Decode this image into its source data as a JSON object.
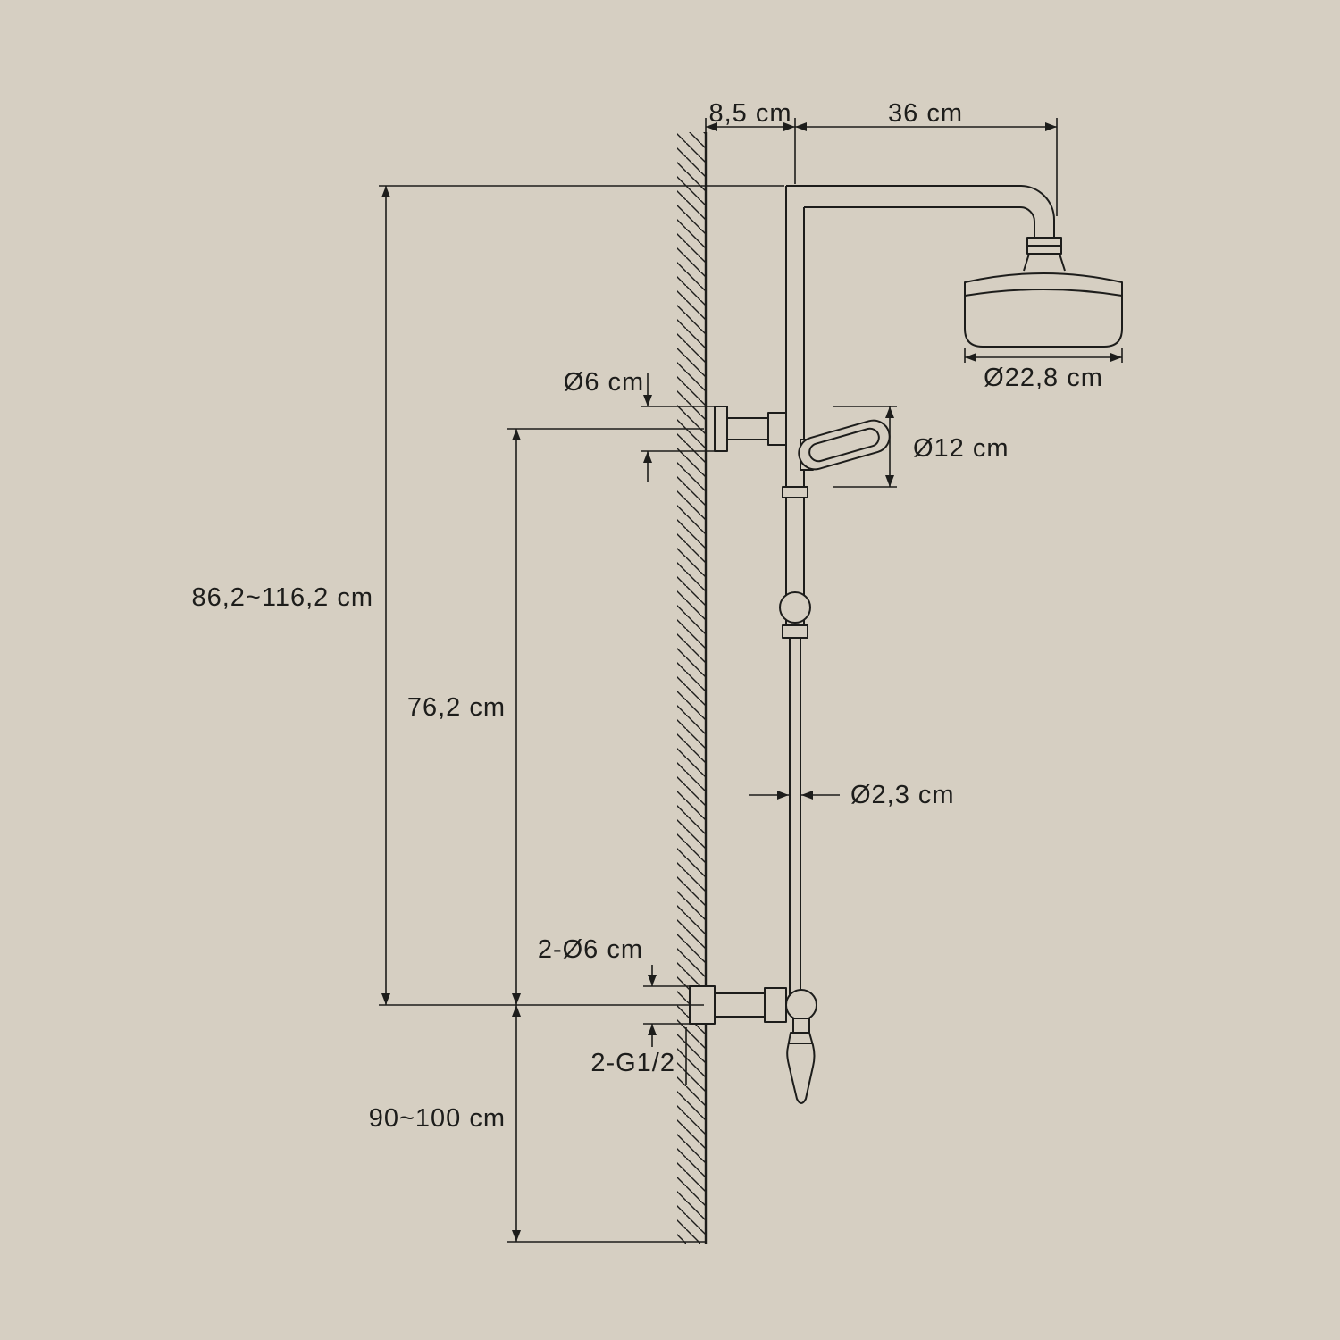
{
  "colors": {
    "background": "#d6cfc2",
    "line": "#1d1d1b",
    "text": "#1d1d1b"
  },
  "diagram": {
    "type": "technical-dimension-drawing",
    "labels": {
      "wall_offset": "8,5 cm",
      "arm_length": "36 cm",
      "head_diameter": "Ø22,8 cm",
      "wall_bracket_diameter": "Ø6 cm",
      "holder_diameter": "Ø12 cm",
      "column_height_range": "86,2~116,2 cm",
      "bracket_height": "76,2 cm",
      "pipe_diameter": "Ø2,3 cm",
      "mount_holes": "2-Ø6 cm",
      "thread_size": "2-G1/2",
      "install_height": "90~100 cm"
    }
  }
}
